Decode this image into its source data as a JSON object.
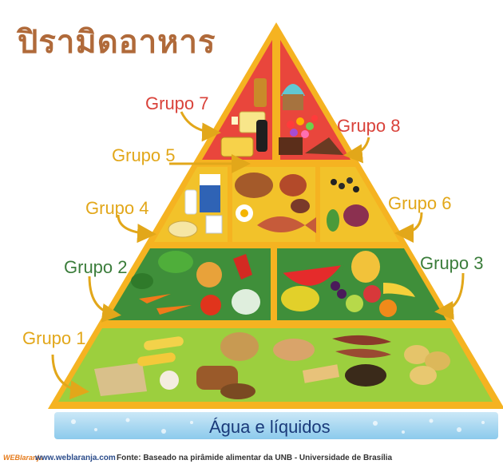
{
  "title": "ปิรามิดอาหาร",
  "groups": [
    {
      "label": "Grupo 1",
      "color": "#e2a71a"
    },
    {
      "label": "Grupo 2",
      "color": "#3b7d3b"
    },
    {
      "label": "Grupo 3",
      "color": "#3b7d3b"
    },
    {
      "label": "Grupo 4",
      "color": "#e2a71a"
    },
    {
      "label": "Grupo 5",
      "color": "#e2a71a"
    },
    {
      "label": "Grupo 6",
      "color": "#e2a71a"
    },
    {
      "label": "Grupo 7",
      "color": "#d9423a"
    },
    {
      "label": "Grupo 8",
      "color": "#d9423a"
    }
  ],
  "base_label": "Água e líquidos",
  "footer": {
    "brand": "WEBlaranja",
    "site": "www.weblaranja.com",
    "source": "Fonte: Baseado na pirâmide alimentar da UNB - Universidade de Brasília"
  },
  "colors": {
    "title": "#b06a3a",
    "tier_top": "#e9463c",
    "tier_dairy_meat": "#f2c22a",
    "tier_veg_fruit": "#3f8f3a",
    "tier_grains": "#9ccf3e",
    "frame": "#f5b321",
    "water": "#9fd3ef"
  }
}
